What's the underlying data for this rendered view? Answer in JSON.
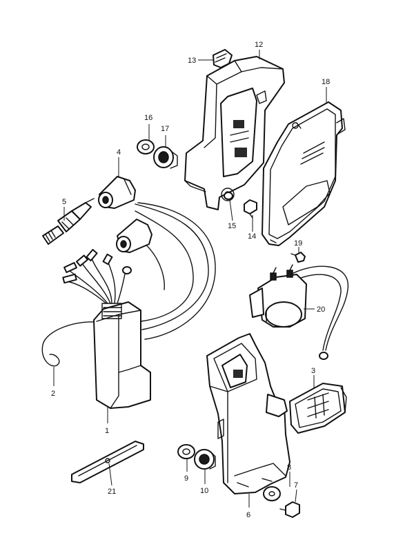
{
  "callouts": [
    {
      "id": "c1",
      "text": "1"
    },
    {
      "id": "c2",
      "text": "2"
    },
    {
      "id": "c3",
      "text": "3"
    },
    {
      "id": "c4",
      "text": "4"
    },
    {
      "id": "c5",
      "text": "5"
    },
    {
      "id": "c6",
      "text": "6"
    },
    {
      "id": "c7",
      "text": "7"
    },
    {
      "id": "c8",
      "text": "8"
    },
    {
      "id": "c9",
      "text": "9"
    },
    {
      "id": "c10",
      "text": "10"
    },
    {
      "id": "c12",
      "text": "12"
    },
    {
      "id": "c13",
      "text": "13"
    },
    {
      "id": "c14",
      "text": "14"
    },
    {
      "id": "c15",
      "text": "15"
    },
    {
      "id": "c16",
      "text": "16"
    },
    {
      "id": "c17",
      "text": "17"
    },
    {
      "id": "c18",
      "text": "18"
    },
    {
      "id": "c19",
      "text": "19"
    },
    {
      "id": "c20",
      "text": "20"
    },
    {
      "id": "c21",
      "text": "21"
    }
  ]
}
